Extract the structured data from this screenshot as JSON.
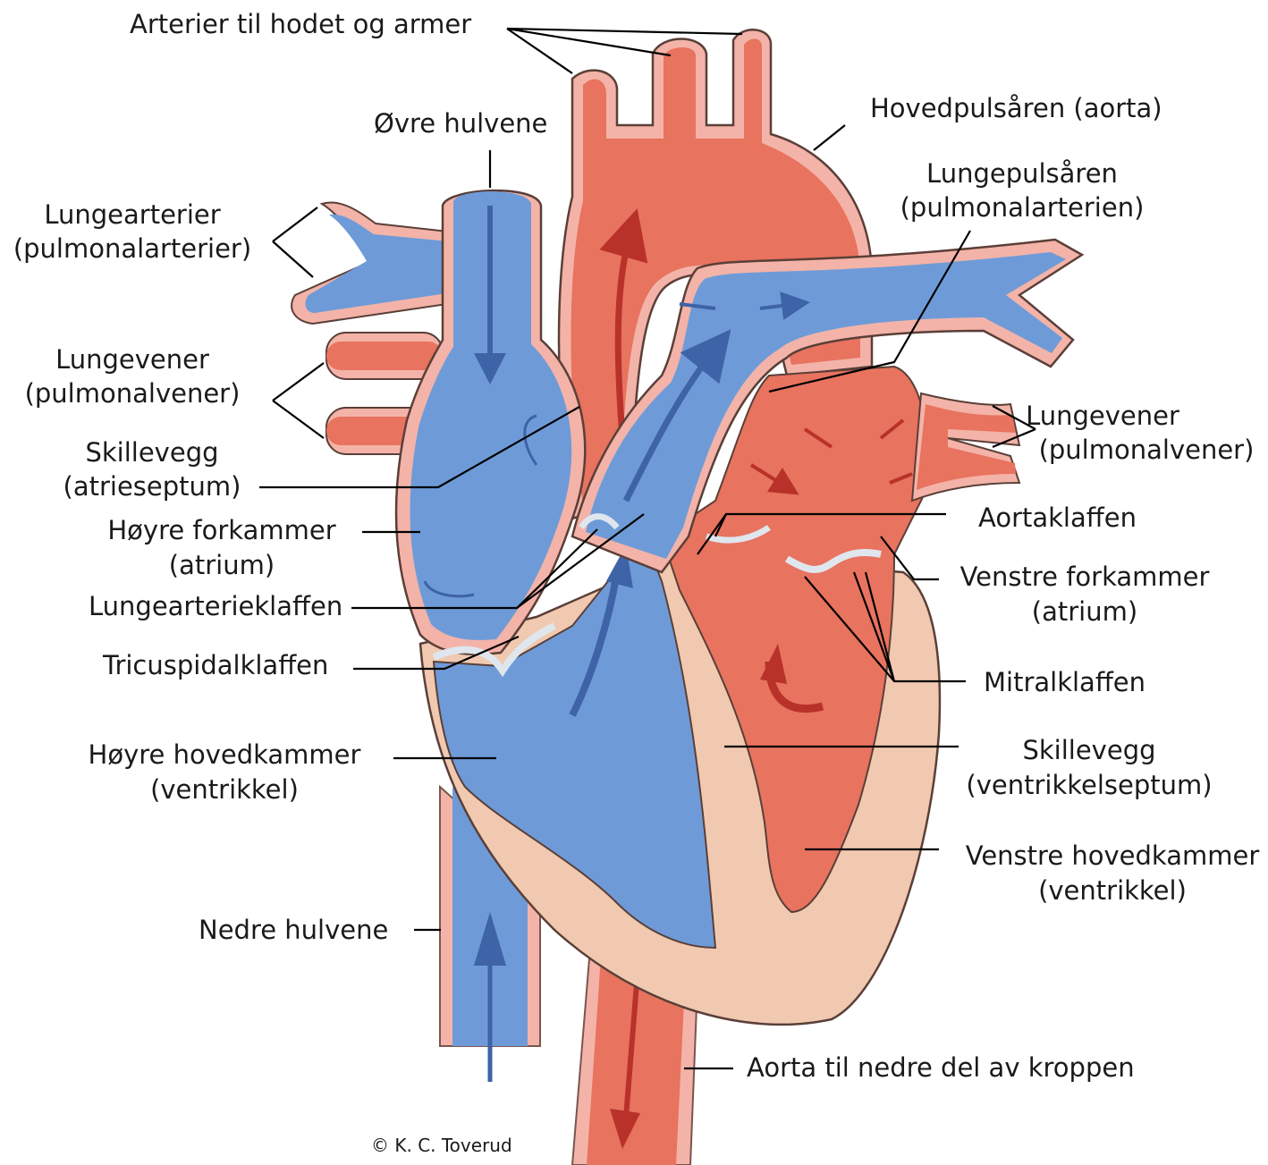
{
  "labels": {
    "arteries_head_arms": "Arterier til  hodet og armer",
    "aorta": "Hovedpulsåren (aorta)",
    "superior_vena_cava": "Øvre hulvene",
    "pulmonary_arteries_l1": "Lungearterier",
    "pulmonary_arteries_l2": "(pulmonalarterier)",
    "pulmonary_trunk_l1": "Lungepulsåren",
    "pulmonary_trunk_l2": "(pulmonalarterien)",
    "pulmonary_veins_left_l1": "Lungevener",
    "pulmonary_veins_left_l2": "(pulmonalvener)",
    "pulmonary_veins_right_l1": "Lungevener",
    "pulmonary_veins_right_l2": "(pulmonalvener)",
    "atrial_septum_l1": "Skillevegg",
    "atrial_septum_l2": "(atrieseptum)",
    "right_atrium_l1": "Høyre forkammer",
    "right_atrium_l2": "(atrium)",
    "pulmonary_valve": "Lungearterieklaffen",
    "tricuspid_valve": "Tricuspidalklaffen",
    "right_ventricle_l1": "Høyre hovedkammer",
    "right_ventricle_l2": "(ventrikkel)",
    "inferior_vena_cava": "Nedre hulvene",
    "aortic_valve": "Aortaklaffen",
    "left_atrium_l1": "Venstre forkammer",
    "left_atrium_l2": "(atrium)",
    "mitral_valve": "Mitralklaffen",
    "ventricular_septum_l1": "Skillevegg",
    "ventricular_septum_l2": "(ventrikkelseptum)",
    "left_ventricle_l1": "Venstre hovedkammer",
    "left_ventricle_l2": "(ventrikkel)",
    "descending_aorta": "Aorta til nedre del av kroppen"
  },
  "credit": "© K. C. Toverud",
  "colors": {
    "oxygen_rich": "#e8735f",
    "oxygen_poor": "#6e9bd8",
    "muscle": "#f1c9b0",
    "vessel_wall": "#f4b3a8",
    "flow_arrow_red": "#b8322a",
    "flow_arrow_blue": "#3e63a6"
  }
}
